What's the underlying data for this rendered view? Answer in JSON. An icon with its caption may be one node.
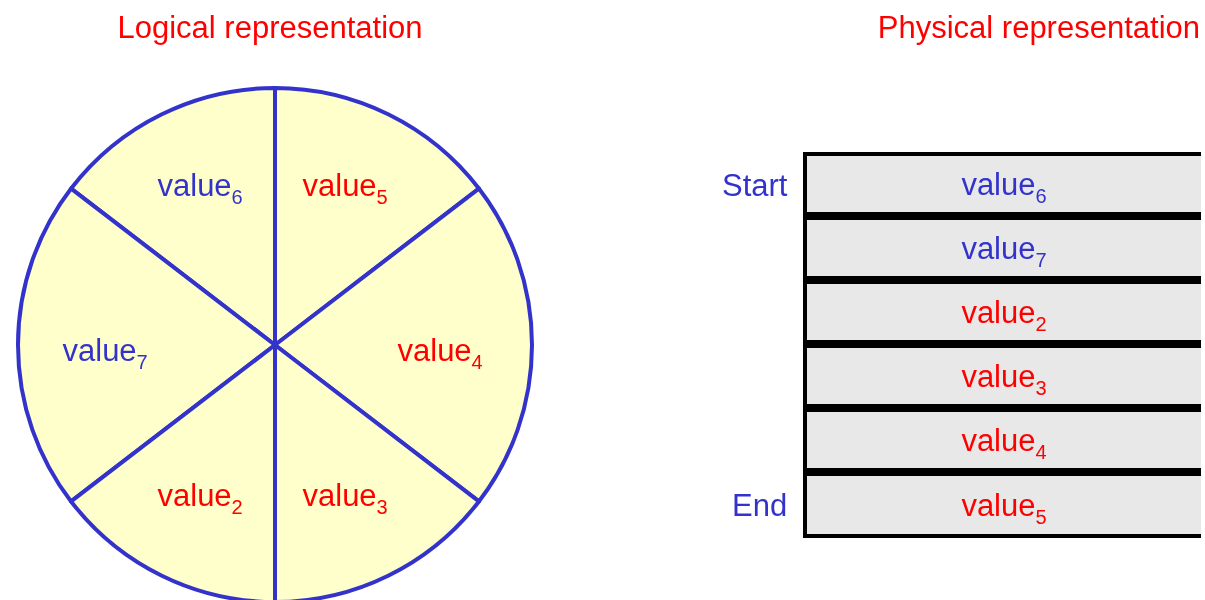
{
  "diagram": {
    "nodes": [
      {
        "text": [
          "value$_{6}$"
        ]
      },
      {
        "text": [
          "value$_{5}$"
        ]
      },
      {
        "text": [
          "value$_{7}$"
        ]
      },
      {
        "text": [
          "value$_{4}$"
        ]
      },
      {
        "text": [
          "value$_{2}$"
        ]
      },
      {
        "text": [
          "value$_{3}$"
        ]
      },
      {
        "text": [
          "value$_{6}$"
        ],
        "beside": [
          "Start"
        ]
      },
      {
        "text": [
          "value$_{7}$"
        ]
      },
      {
        "text": [
          "value$_{2}$"
        ]
      },
      {
        "text": [
          "value$_{3}$"
        ]
      },
      {
        "text": [
          "value$_{4}$"
        ]
      },
      {
        "text": [
          "value$_{5}$"
        ],
        "beside": [
          "End"
        ]
      }
    ],
    "edges": [],
    "labels": [
      "Logical representation",
      "Physical representation"
    ]
  }
}
